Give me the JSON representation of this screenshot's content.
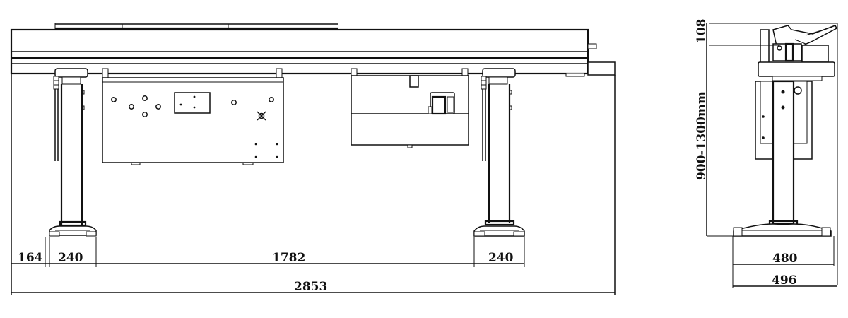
{
  "drawing": {
    "front_view": {
      "dimensions": {
        "left_offset": "164",
        "left_foot_width": "240",
        "span_between_feet": "1782",
        "right_foot_width": "240",
        "overall_length": "2853"
      }
    },
    "side_view": {
      "dimensions": {
        "top_height": "108",
        "working_height_range": "900-1300mm",
        "foot_width": "480",
        "overall_width": "496"
      }
    },
    "colors": {
      "line": "#111111",
      "background": "#ffffff"
    }
  }
}
